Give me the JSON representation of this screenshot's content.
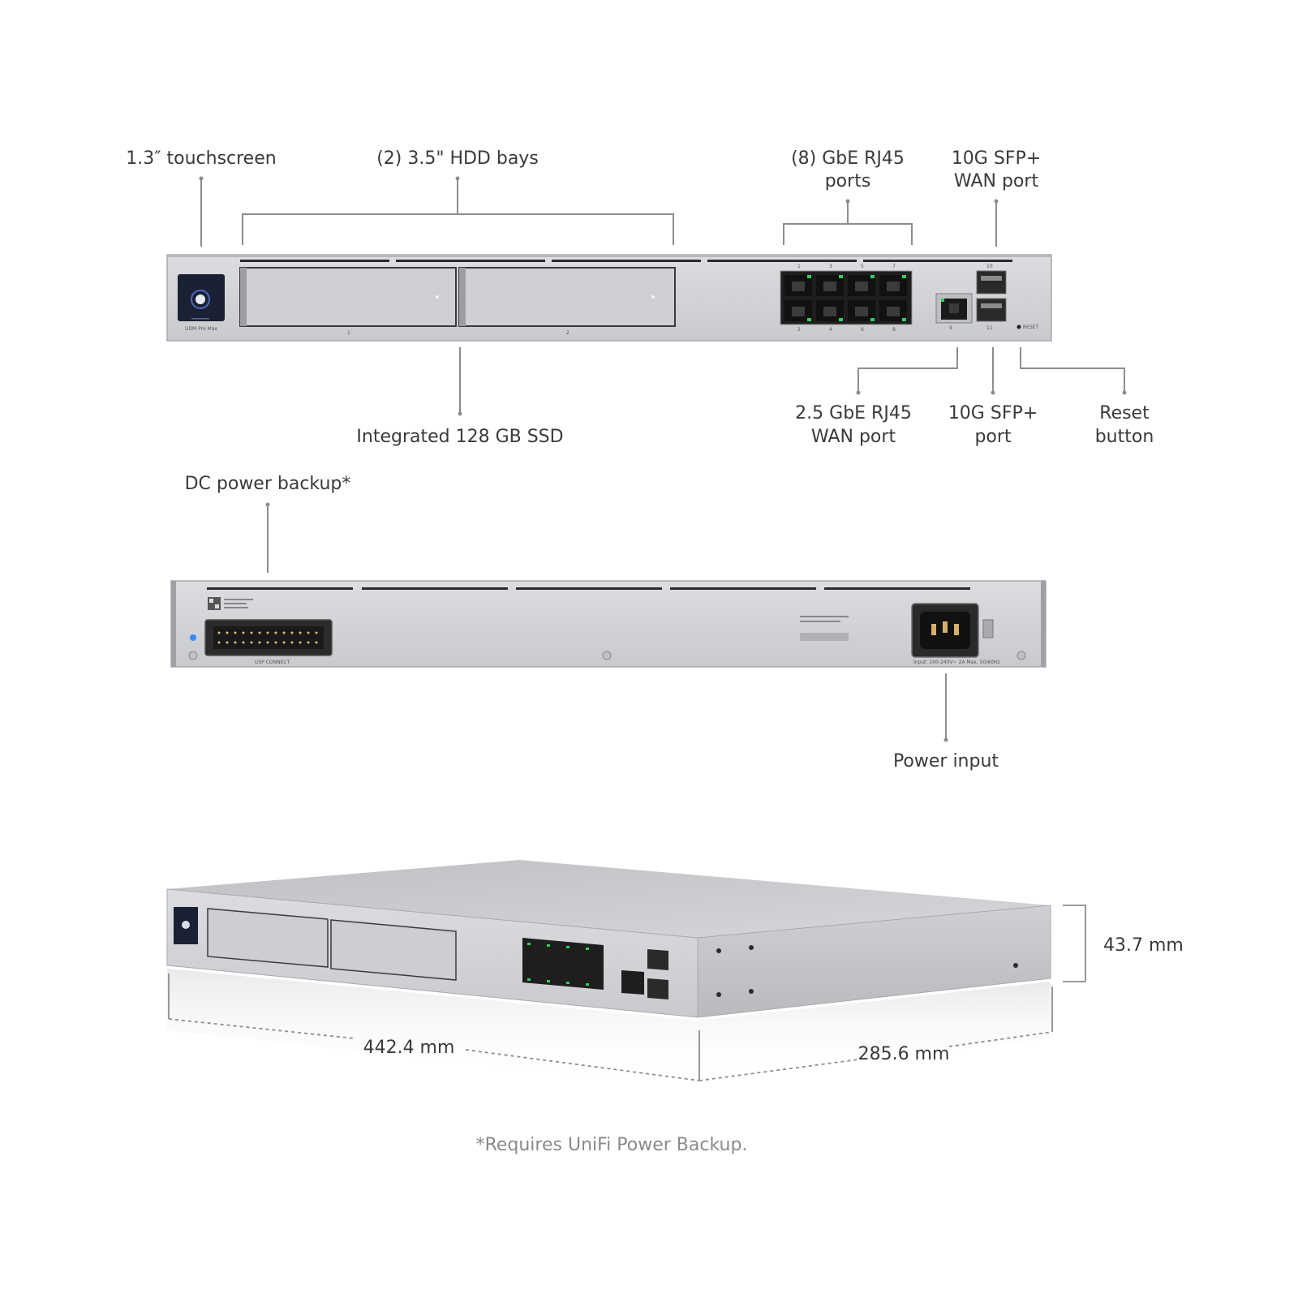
{
  "front_view": {
    "labels": {
      "touchscreen": "1.3″ touchscreen",
      "hdd_bays": "(2) 3.5\" HDD bays",
      "rj45_ports_l1": "(8) GbE RJ45",
      "rj45_ports_l2": "ports",
      "sfp_wan_l1": "10G SFP+",
      "sfp_wan_l2": "WAN port",
      "ssd": "Integrated 128 GB SSD",
      "wan25_l1": "2.5 GbE RJ45",
      "wan25_l2": "WAN port",
      "sfp_port_l1": "10G SFP+",
      "sfp_port_l2": "port",
      "reset_l1": "Reset",
      "reset_l2": "button"
    },
    "device": {
      "model": "UDM Pro Max",
      "bay_numbers": [
        "1",
        "2"
      ],
      "port_numbers_top": [
        "1",
        "3",
        "5",
        "7"
      ],
      "port_numbers_bottom": [
        "2",
        "4",
        "6",
        "8"
      ],
      "wan_port_number": "9",
      "sfp_numbers": [
        "10",
        "11"
      ],
      "reset_text": "RESET"
    }
  },
  "rear_view": {
    "labels": {
      "dc_power": "DC power backup*",
      "power_input": "Power input"
    },
    "device": {
      "connector_label": "USP CONNECT",
      "power_rating": "Input: 100-240V~ 2A Max. 50/60Hz"
    }
  },
  "dimensions": {
    "height": "43.7 mm",
    "width": "442.4 mm",
    "depth": "285.6 mm"
  },
  "footnote": "*Requires UniFi Power Backup.",
  "colors": {
    "chassis": "#d3d4d6",
    "chassis_dark": "#a9abae",
    "leader_line": "#8d8d8d",
    "port_led": "#2fd15a",
    "screen": "#1b2134"
  }
}
